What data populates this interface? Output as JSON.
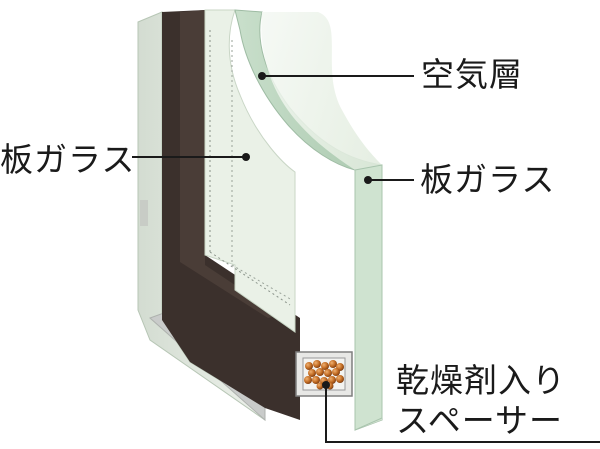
{
  "labels": {
    "air_layer": "空気層",
    "glass_left": "板ガラス",
    "glass_right": "板ガラス",
    "spacer_line1": "乾燥剤入り",
    "spacer_line2": "スペーサー"
  },
  "colors": {
    "glass_front": "#e9f2e6",
    "glass_edge": "#b9d3bc",
    "glass_side": "#dfe6dc",
    "spacer_dark": "#3b302c",
    "frame_gray": "#cfd0cf",
    "desiccant": "#b8621e",
    "leader_line": "#1a1a1a"
  }
}
